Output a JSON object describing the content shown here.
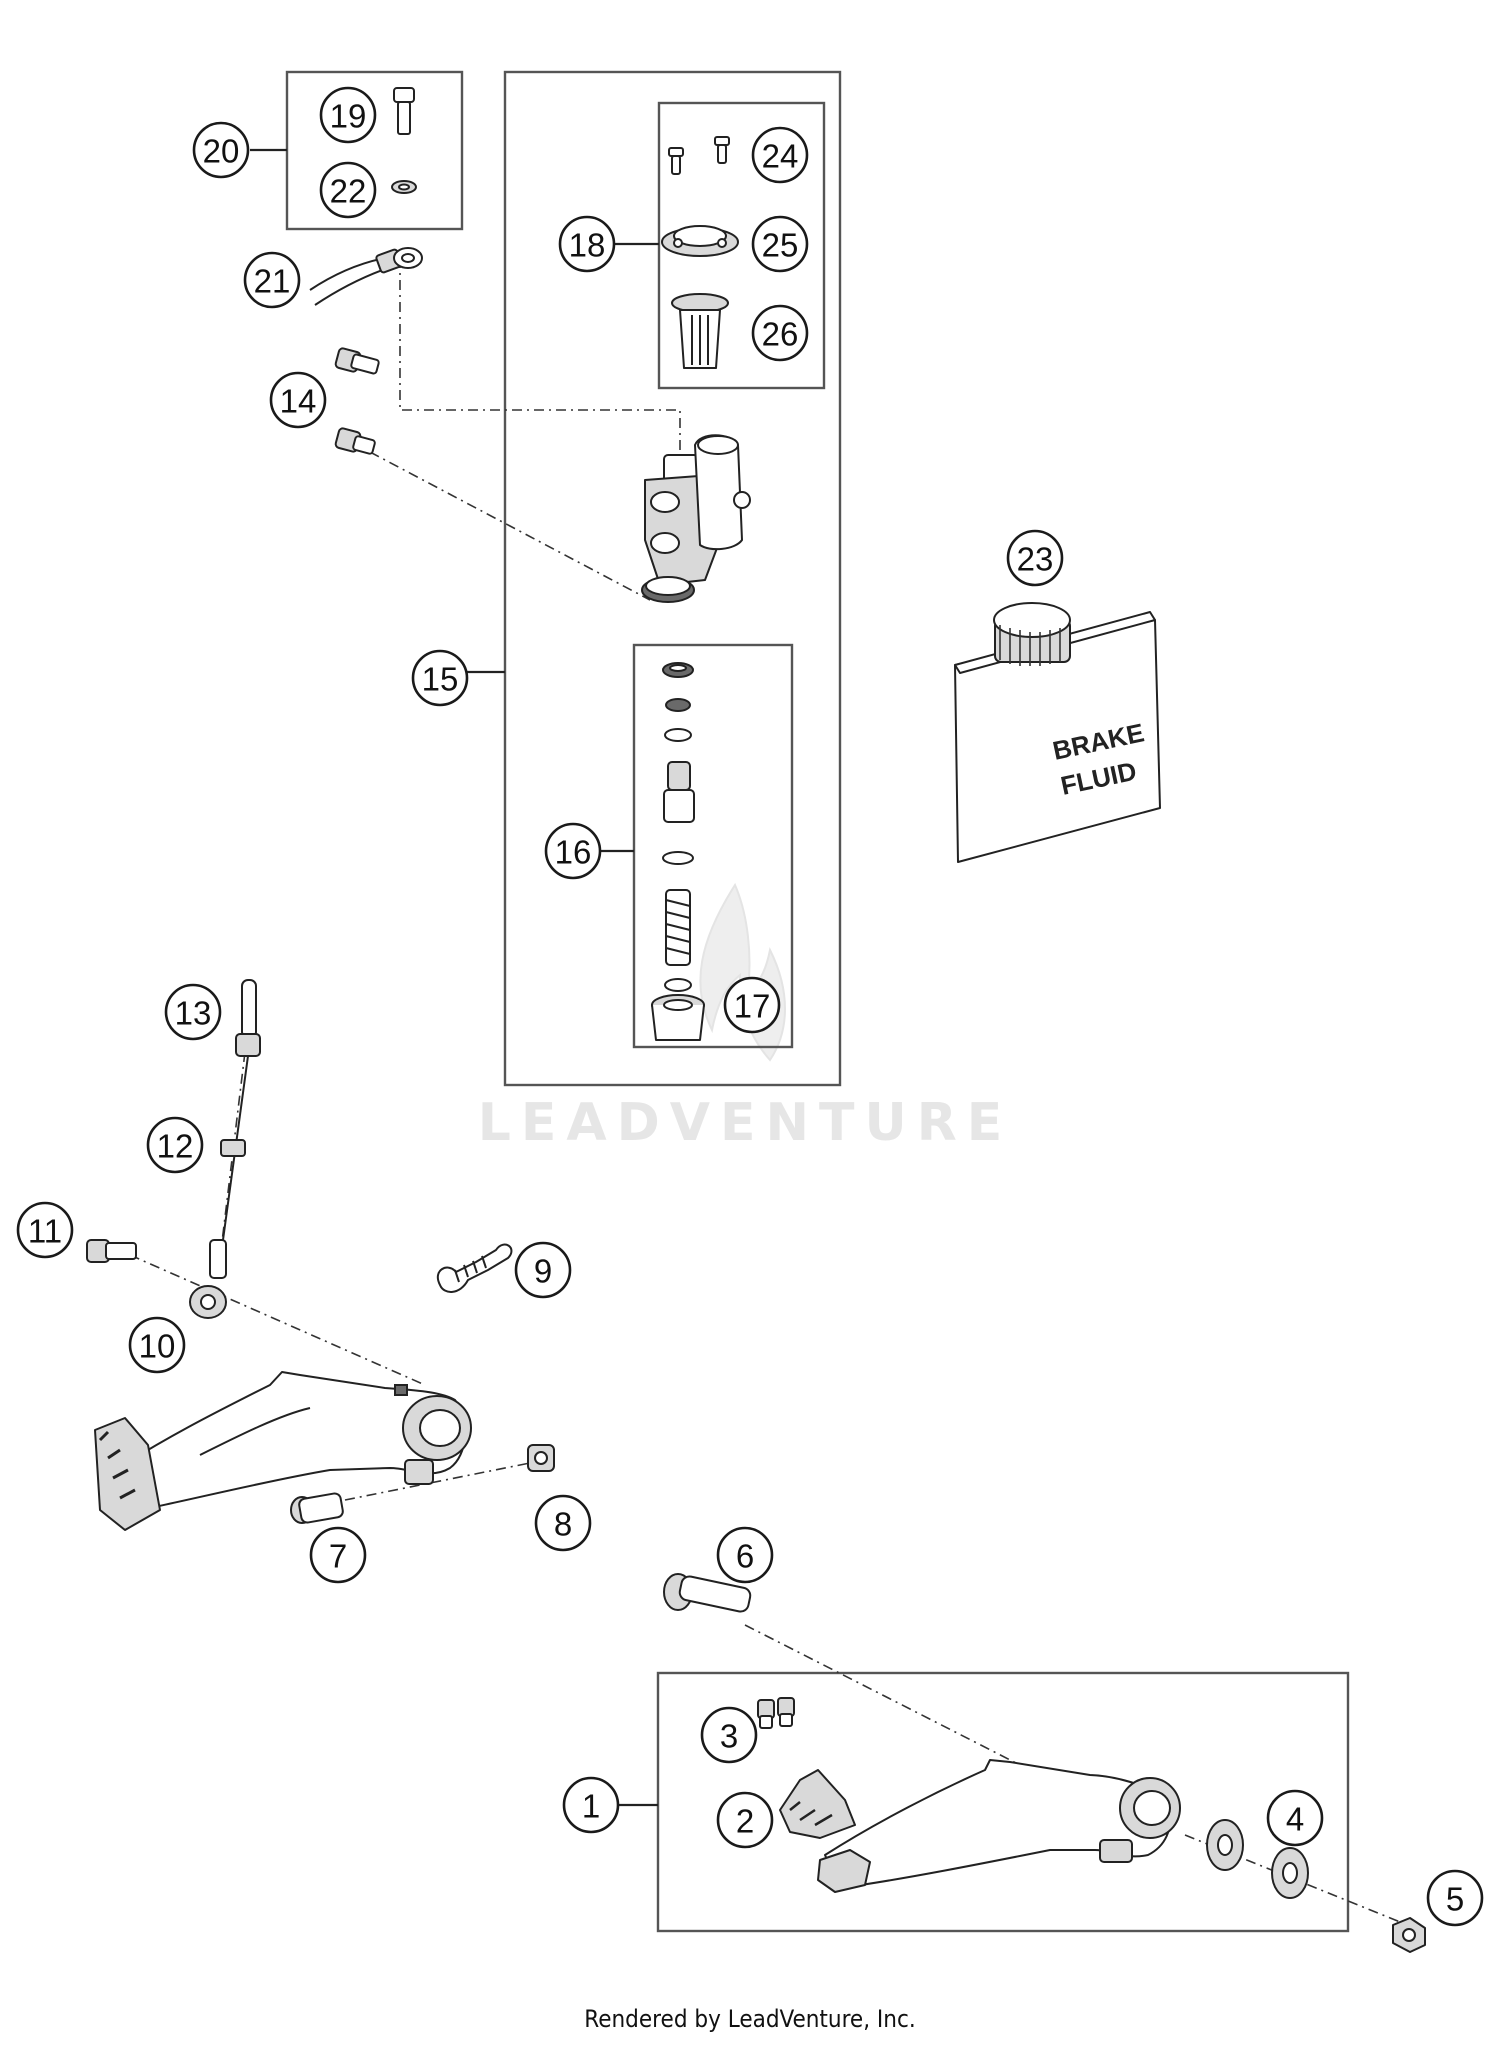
{
  "callouts": [
    {
      "id": "1",
      "label": "1"
    },
    {
      "id": "2",
      "label": "2"
    },
    {
      "id": "3",
      "label": "3"
    },
    {
      "id": "4",
      "label": "4"
    },
    {
      "id": "5",
      "label": "5"
    },
    {
      "id": "6",
      "label": "6"
    },
    {
      "id": "7",
      "label": "7"
    },
    {
      "id": "8",
      "label": "8"
    },
    {
      "id": "9",
      "label": "9"
    },
    {
      "id": "10",
      "label": "10"
    },
    {
      "id": "11",
      "label": "11"
    },
    {
      "id": "12",
      "label": "12"
    },
    {
      "id": "13",
      "label": "13"
    },
    {
      "id": "14",
      "label": "14"
    },
    {
      "id": "15",
      "label": "15"
    },
    {
      "id": "16",
      "label": "16"
    },
    {
      "id": "17",
      "label": "17"
    },
    {
      "id": "18",
      "label": "18"
    },
    {
      "id": "19",
      "label": "19"
    },
    {
      "id": "20",
      "label": "20"
    },
    {
      "id": "21",
      "label": "21"
    },
    {
      "id": "22",
      "label": "22"
    },
    {
      "id": "23",
      "label": "23"
    },
    {
      "id": "24",
      "label": "24"
    },
    {
      "id": "25",
      "label": "25"
    },
    {
      "id": "26",
      "label": "26"
    }
  ],
  "can_label": {
    "line1": "BRAKE",
    "line2": "FLUID"
  },
  "watermark": "LEADVENTURE",
  "footer": "Rendered by LeadVenture, Inc."
}
